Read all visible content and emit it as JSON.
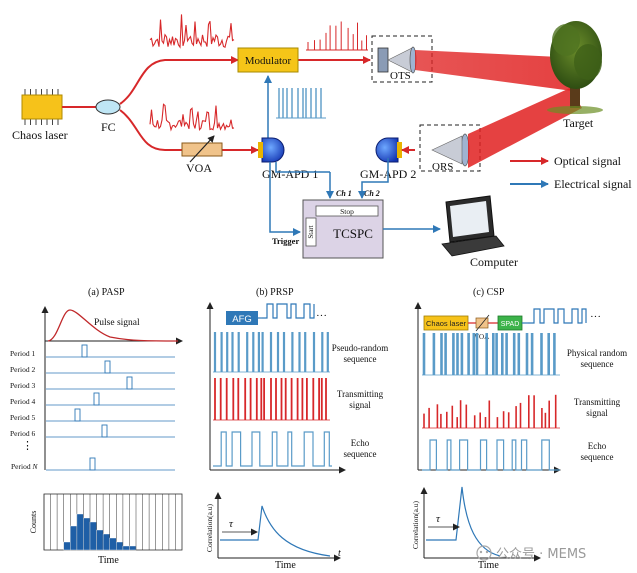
{
  "top": {
    "chaos_laser": "Chaos laser",
    "fc": "FC",
    "voa": "VOA",
    "modulator": "Modulator",
    "gm_apd_1": "GM-APD 1",
    "gm_apd_2": "GM-APD 2",
    "ots": "OTS",
    "ors": "ORS",
    "target": "Target",
    "tcspc": "TCSPC",
    "ch1": "Ch 1",
    "ch2": "Ch 2",
    "stop": "Stop",
    "start": "Start",
    "trigger": "Trigger",
    "computer": "Computer",
    "legend_optical": "Optical signal",
    "legend_electrical": "Electrical signal"
  },
  "panel_a": {
    "title": "(a) PASP",
    "pulse_signal": "Pulse signal",
    "periods": [
      "Period 1",
      "Period 2",
      "Period 3",
      "Period 4",
      "Period 5",
      "Period 6"
    ],
    "period_n_prefix": "Period ",
    "period_n_var": "N",
    "ylabel": "Counts",
    "xlabel": "Time",
    "histogram": [
      0,
      0,
      0,
      2,
      6,
      9,
      8,
      7,
      5,
      4,
      3,
      2,
      1,
      1,
      0,
      0,
      0,
      0,
      0,
      0,
      0
    ]
  },
  "panel_b": {
    "title": "(b) PRSP",
    "afg": "AFG",
    "ellipsis": "···",
    "pseudo_random": [
      "Pseudo-random",
      "sequence"
    ],
    "transmitting": [
      "Transmitting",
      "signal"
    ],
    "echo": [
      "Echo",
      "sequence"
    ],
    "ylabel": "Correlation(a.u)",
    "xlabel": "Time",
    "tau": "τ",
    "t": "t"
  },
  "panel_c": {
    "title": "(c)  CSP",
    "chaos_laser": "Chaos laser",
    "voa": "VOA",
    "spad": "SPAD",
    "ellipsis": "···",
    "physical_random": [
      "Physical random",
      "sequence"
    ],
    "transmitting": [
      "Transmitting",
      "signal"
    ],
    "echo": [
      "Echo",
      "sequence"
    ],
    "ylabel": "Correlation(a.u)",
    "xlabel": "Time",
    "tau": "τ"
  },
  "watermark": "公众号 · MEMS",
  "colors": {
    "optical": "#d7282a",
    "electrical": "#2f78b7",
    "seq_blue": "#5a9bc8",
    "modulator_fill": "#f5c518",
    "tcspc_fill": "#dcd3e6",
    "hist_fill": "#1f5fa6",
    "laser_fill": "#f6c21a",
    "afg_fill": "#2f78b7",
    "spad_fill": "#3cb34a"
  }
}
